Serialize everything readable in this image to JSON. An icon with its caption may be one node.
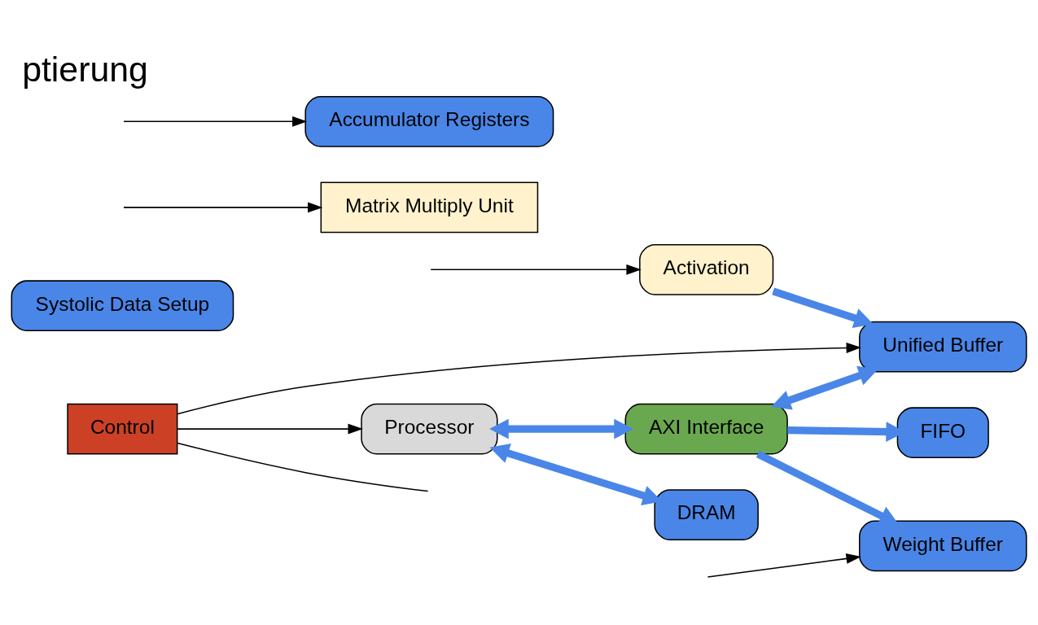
{
  "diagram": {
    "title": "ptierung",
    "nodes": [
      {
        "text": [
          "Weight Buffer"
        ]
      },
      {
        "text": [
          "Unified Buffer"
        ]
      },
      {
        "text": [
          "Systolic Data Setup"
        ]
      },
      {
        "text": [
          "Matrix Multiply Unit"
        ]
      },
      {
        "text": [
          "Processor"
        ]
      },
      {
        "text": [
          "AXI Interface"
        ]
      },
      {
        "text": [
          "Accumulator Registers"
        ]
      },
      {
        "text": [
          "Activation"
        ]
      },
      {
        "text": [
          "DRAM"
        ]
      },
      {
        "text": [
          "FIFO"
        ]
      },
      {
        "text": [
          "Control"
        ]
      }
    ],
    "edges": [
      {
        "from": 5,
        "to": 0,
        "arrow": "to",
        "style": "thick",
        "color": "#4a86e8"
      },
      {
        "from": 5,
        "to": 1,
        "arrow": "both",
        "style": "thick",
        "color": "#4a86e8"
      },
      {
        "from": 4,
        "to": 5,
        "arrow": "both",
        "style": "thick",
        "color": "#4a86e8"
      },
      {
        "from": 4,
        "to": 8,
        "arrow": "both",
        "style": "thick",
        "color": "#4a86e8"
      },
      {
        "from": 5,
        "to": 9,
        "arrow": "to",
        "style": "thick",
        "color": "#4a86e8"
      },
      {
        "from": 7,
        "to": 1,
        "arrow": "to",
        "style": "thick",
        "color": "#4a86e8"
      },
      {
        "from": 10,
        "to": 4,
        "arrow": "to"
      },
      {
        "from": 10,
        "to": 1,
        "arrow": "to"
      },
      {
        "from": 10,
        "to": null,
        "arrow": "none"
      },
      {
        "from": null,
        "to": 0,
        "arrow": "to"
      },
      {
        "from": null,
        "to": 3,
        "arrow": "to"
      },
      {
        "from": null,
        "to": 6,
        "arrow": "to"
      },
      {
        "from": null,
        "to": 7,
        "arrow": "to"
      }
    ]
  }
}
